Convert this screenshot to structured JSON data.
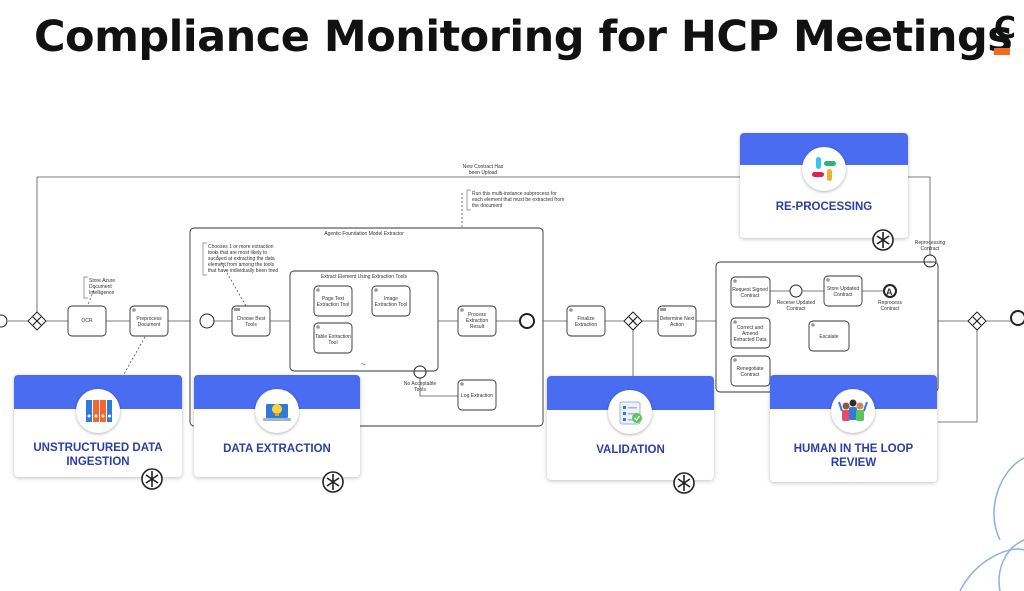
{
  "title": "Compliance Monitoring for HCP Meetings",
  "brand": {
    "letter": "C",
    "accent": "#f26b21"
  },
  "colors": {
    "card_header": "#4a6cf0",
    "card_label": "#2a3fa8"
  },
  "cards": {
    "ingestion": {
      "line1": "UNSTRUCTURED DATA",
      "line2": "INGESTION",
      "icon": "binders-icon"
    },
    "extraction": {
      "label": "DATA EXTRACTION",
      "icon": "laptop-bulb-icon"
    },
    "validation": {
      "label": "VALIDATION",
      "icon": "checklist-icon"
    },
    "review": {
      "line1": "HUMAN IN THE LOOP",
      "line2": "REVIEW",
      "icon": "people-icon"
    },
    "reprocessing": {
      "label": "RE-PROCESSING",
      "icon": "slack-icon"
    }
  },
  "diagram": {
    "top_loop_note": {
      "line1": "New Contract Has",
      "line2": "been Upload"
    },
    "store_note": {
      "line1": "Store Azure",
      "line2": "Document",
      "line3": "Intelligence"
    },
    "ocr": "OCR",
    "preprocess": {
      "line1": "Preprocess",
      "line2": "Document"
    },
    "extractor_pool": "Agentic Foundation Model Extractor",
    "choose_note": {
      "line1": "Chooses 1 or more extraction",
      "line2": "tools that are most likely to",
      "line3": "succeed at extracting the data",
      "line4": "element from among the tools",
      "line5": "that have individually been tried"
    },
    "multi_note": {
      "line1": "Run this multi-instance subprocess for",
      "line2": "each element that must be extracted from",
      "line3": "the document"
    },
    "choose_tools": {
      "line1": "Choose Best",
      "line2": "Tools"
    },
    "subprocess_label": "Extract Element Using Extraction Tools",
    "page_text_tool": {
      "line1": "Page Text",
      "line2": "Extraction Tool"
    },
    "image_tool": {
      "line1": "Image",
      "line2": "Extraction Tool"
    },
    "table_tool": {
      "line1": "Table Extraction",
      "line2": "Tool"
    },
    "process_result": {
      "line1": "Process",
      "line2": "Extraction",
      "line3": "Result"
    },
    "no_tool": {
      "line1": "No Acceptable",
      "line2": "Tools"
    },
    "log_extraction": "Log Extraction",
    "finalize": {
      "line1": "Finalize",
      "line2": "Extraction"
    },
    "determine_action": {
      "line1": "Determine Next",
      "line2": "Action"
    },
    "request_signed": {
      "line1": "Request Signed",
      "line2": "Contract"
    },
    "receive_updated": {
      "line1": "Receive Updated",
      "line2": "Contract"
    },
    "store_updated": {
      "line1": "Store Updated",
      "line2": "Contract"
    },
    "reprocess_contract": {
      "line1": "Reprocess",
      "line2": "Contract"
    },
    "correct_amend": {
      "line1": "Correct and",
      "line2": "Amend",
      "line3": "Extracted Data"
    },
    "renegotiate": {
      "line1": "Renegotiate",
      "line2": "Contract"
    },
    "escalate": "Escalate",
    "reprocessing_note": {
      "line1": "Reprocessing",
      "line2": "Contract"
    }
  }
}
